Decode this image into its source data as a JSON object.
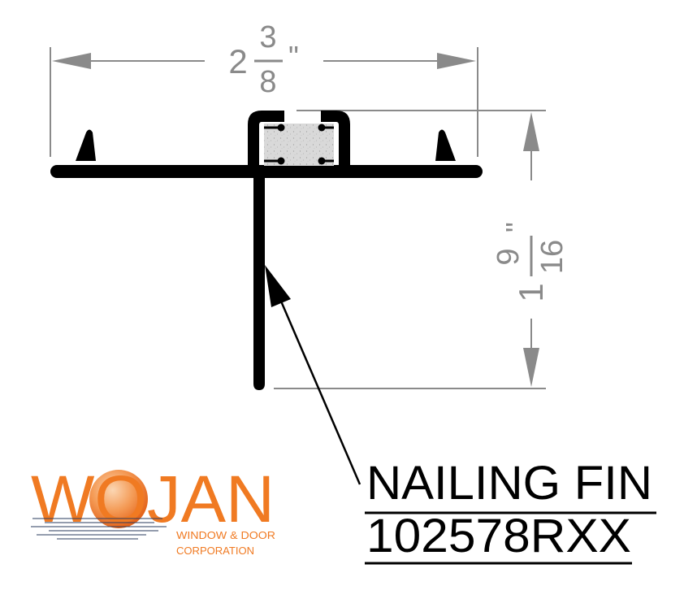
{
  "dimensions": {
    "width": {
      "whole": "2",
      "numerator": "3",
      "denominator": "8",
      "unit": "\""
    },
    "height": {
      "whole": "1",
      "numerator": "9",
      "denominator": "16",
      "unit": "\""
    }
  },
  "callout": {
    "name": "NAILING FIN",
    "part_number": "102578RXX"
  },
  "logo": {
    "wordmark": "WOJAN",
    "tagline_line1": "WINDOW & DOOR",
    "tagline_line2": "CORPORATION",
    "brand_color": "#f07a22"
  },
  "colors": {
    "profile": "#000000",
    "dimension": "#8a8a8a",
    "insert_fill": "#d9d9d9"
  }
}
